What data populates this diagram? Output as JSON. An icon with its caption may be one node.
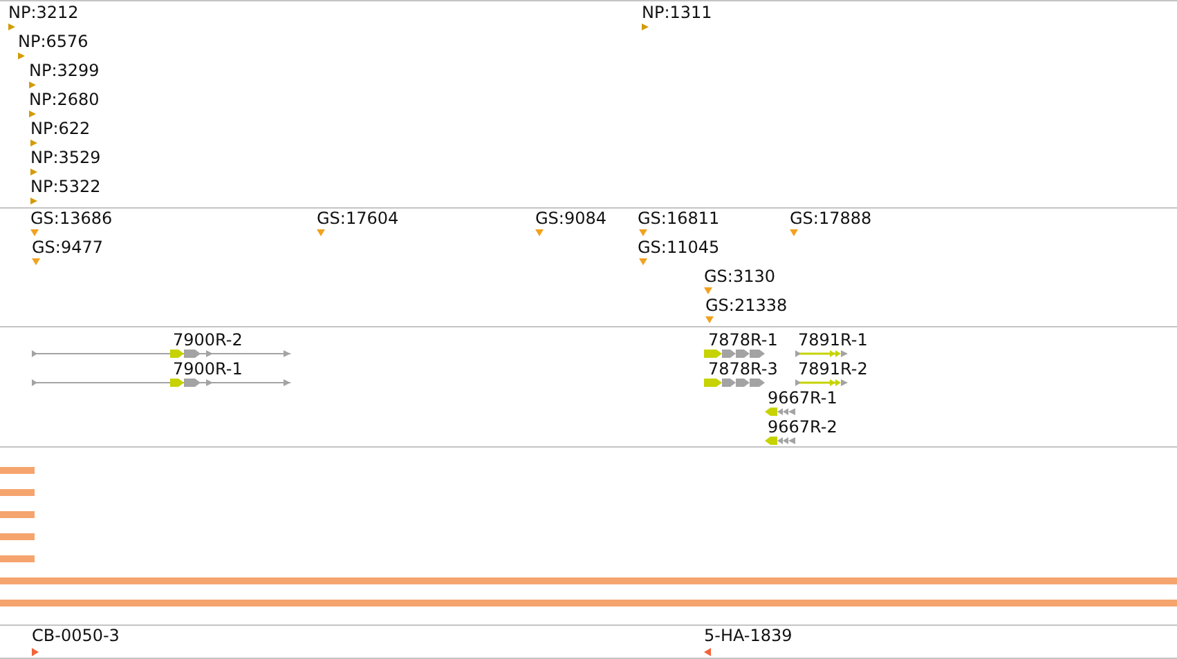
{
  "diagram": {
    "labels": [
      "NP:3212",
      "NP:1311",
      "NP:6576",
      "NP:3299",
      "NP:2680",
      "NP:622",
      "NP:3529",
      "NP:5322",
      "GS:13686",
      "GS:17604",
      "GS:9084",
      "GS:16811",
      "GS:17888",
      "GS:9477",
      "GS:11045",
      "GS:3130",
      "GS:21338",
      "7900R-2",
      "7878R-1",
      "7891R-1",
      "7900R-1",
      "7878R-3",
      "7891R-2",
      "9667R-1",
      "9667R-2",
      "CB-0050-3",
      "5-HA-1839"
    ]
  }
}
